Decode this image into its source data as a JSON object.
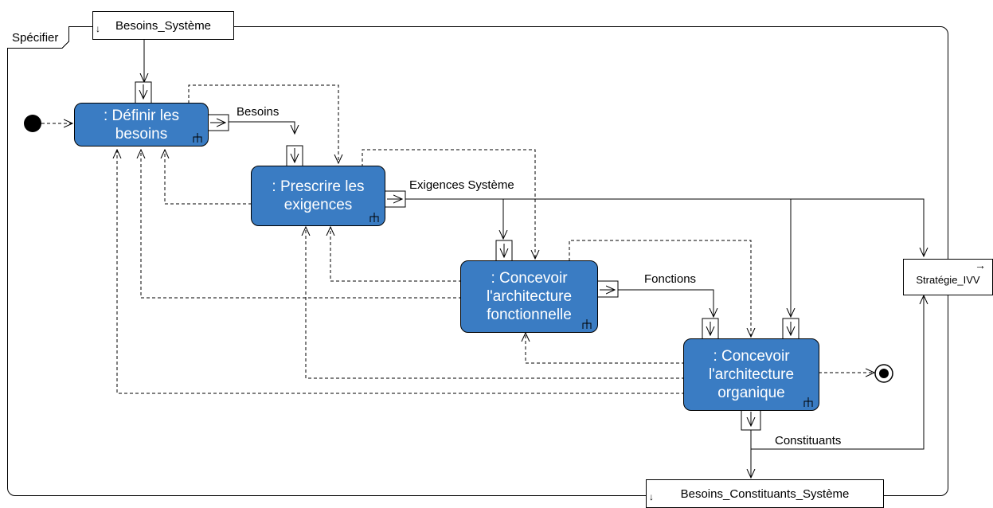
{
  "frame": {
    "label": "Spécifier"
  },
  "actions": {
    "definir": {
      "label": ": Définir les\nbesoins"
    },
    "prescrire": {
      "label": ": Prescrire les\nexigences"
    },
    "fonctionnelle": {
      "label": ": Concevoir\nl'architecture\nfonctionnelle"
    },
    "organique": {
      "label": ": Concevoir\nl'architecture\norganique"
    }
  },
  "parameters": {
    "in_besoins_systeme": "Besoins_Système",
    "out_besoins_constituants": "Besoins_Constituants_Système",
    "strategie_ivv": "Stratégie_IVV"
  },
  "flow_labels": {
    "besoins": "Besoins",
    "exigences_systeme": "Exigences Système",
    "fonctions": "Fonctions",
    "constituants": "Constituants"
  },
  "colors": {
    "action_fill": "#3a7cc3",
    "stroke": "#000000"
  }
}
